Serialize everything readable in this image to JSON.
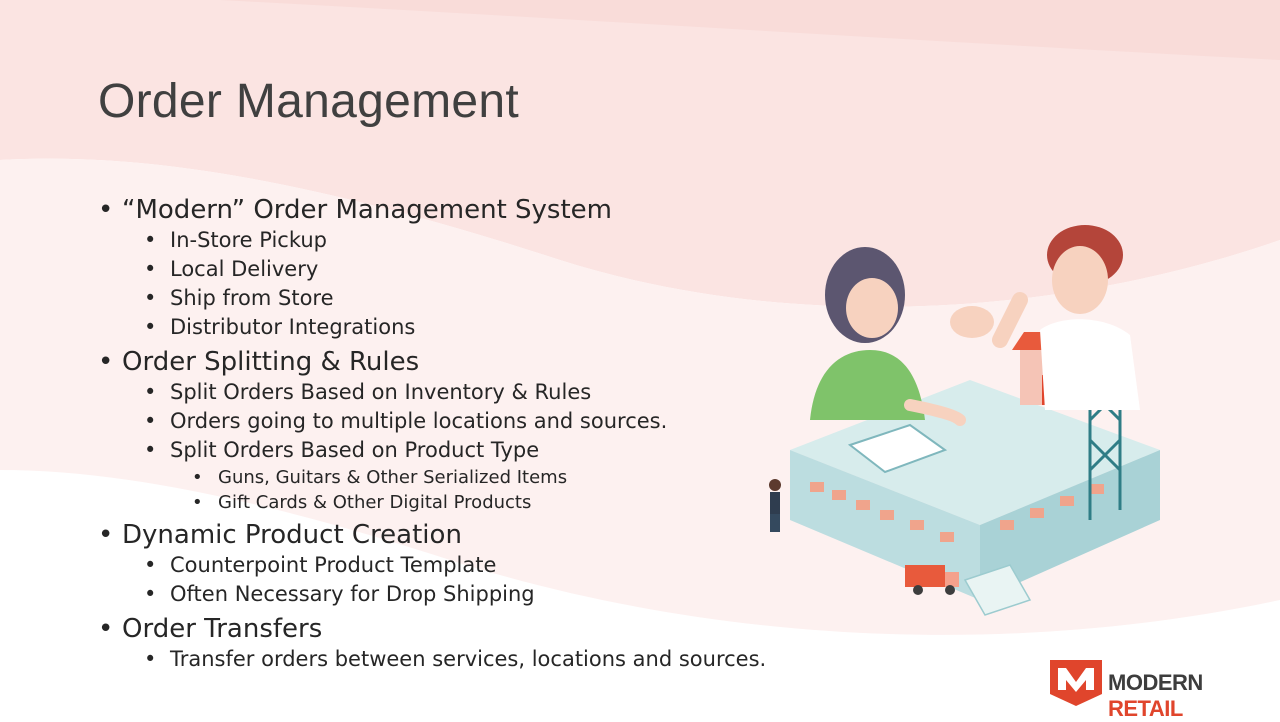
{
  "slide": {
    "title": "Order Management",
    "colors": {
      "accent": "#e0452c",
      "title": "#404040",
      "text": "#262626",
      "wash": "#fbe4e2"
    }
  },
  "bullets": [
    {
      "text": "“Modern” Order Management System",
      "children": [
        {
          "text": "In-Store Pickup"
        },
        {
          "text": "Local Delivery"
        },
        {
          "text": "Ship from Store"
        },
        {
          "text": "Distributor Integrations"
        }
      ]
    },
    {
      "text": "Order Splitting & Rules",
      "children": [
        {
          "text": "Split Orders Based on Inventory & Rules"
        },
        {
          "text": "Orders going to multiple locations and sources."
        },
        {
          "text": "Split Orders Based on Product Type",
          "children": [
            {
              "text": "Guns, Guitars & Other Serialized Items"
            },
            {
              "text": "Gift Cards & Other Digital Products"
            }
          ]
        }
      ]
    },
    {
      "text": "Dynamic Product Creation",
      "children": [
        {
          "text": "Counterpoint Product Template"
        },
        {
          "text": "Often Necessary for Drop Shipping"
        }
      ]
    },
    {
      "text": "Order Transfers",
      "children": [
        {
          "text": "Transfer orders between services, locations and sources."
        }
      ]
    }
  ],
  "logo": {
    "word1": "MODERN",
    "word2": "RETAIL",
    "icon": "m-shield-icon"
  },
  "illustration": {
    "icon": "warehouse-illustration-icon"
  }
}
